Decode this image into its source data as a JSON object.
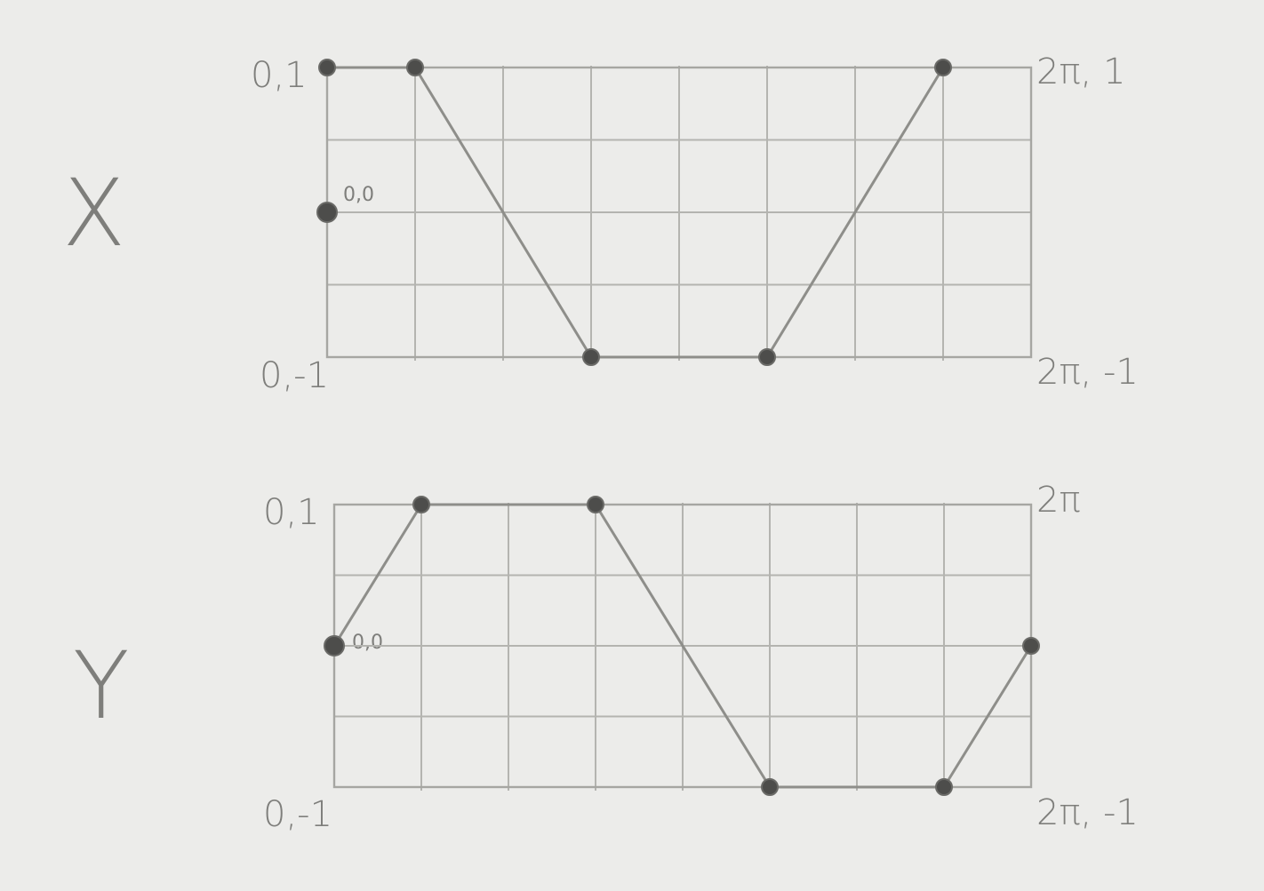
{
  "chart_data": [
    {
      "type": "line",
      "ylabel": "X",
      "xlim": [
        0,
        8
      ],
      "ylim": [
        -1,
        1
      ],
      "x": [
        0,
        1,
        3,
        5,
        7
      ],
      "y": [
        1,
        1,
        -1,
        -1,
        1
      ],
      "start_point": {
        "x": 0,
        "y": 0,
        "label": "0,0"
      },
      "corner_labels": {
        "top_left": "0,1",
        "bottom_left": "0,-1",
        "top_right": "2π, 1",
        "bottom_right": "2π, -1"
      },
      "grid": true
    },
    {
      "type": "line",
      "ylabel": "Y",
      "xlim": [
        0,
        8
      ],
      "ylim": [
        -1,
        1
      ],
      "x": [
        0,
        1,
        3,
        5,
        7,
        8
      ],
      "y": [
        0,
        1,
        1,
        -1,
        -1,
        0
      ],
      "start_point": {
        "x": 0,
        "y": 0,
        "label": "0,0"
      },
      "corner_labels": {
        "top_left": "0,1",
        "bottom_left": "0,-1",
        "top_right": "2π",
        "bottom_right": "2π, -1"
      },
      "grid": true
    }
  ]
}
